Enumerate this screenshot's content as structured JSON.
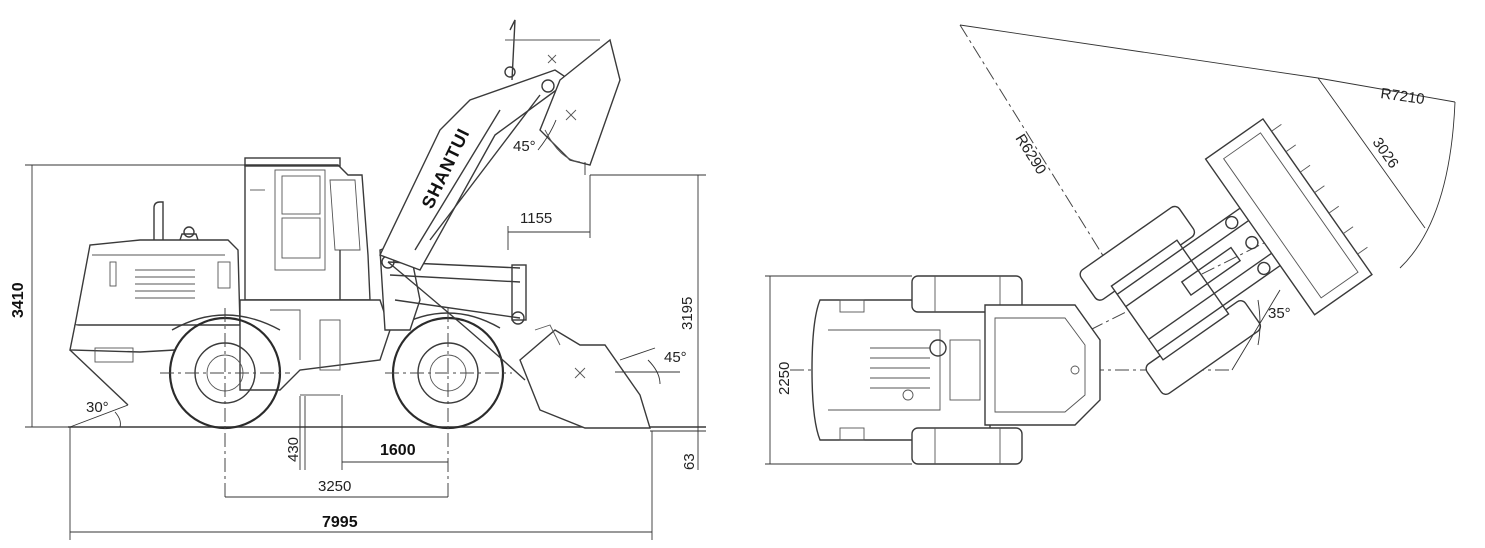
{
  "side_view": {
    "brand": "SHANTUI",
    "dims": {
      "height": "3410",
      "bucket_dump_height": "3195",
      "dump_reach": "1155",
      "ground_clearance": "430",
      "axle_to_bucket": "1600",
      "wheelbase": "3250",
      "overall_length": "7995",
      "digging_depth": "63"
    },
    "angles": {
      "dump_angle": "45°",
      "rollback_angle": "45°",
      "departure_angle": "30°"
    }
  },
  "top_view": {
    "dims": {
      "bucket_radius": "R7210",
      "outer_radius": "R6290",
      "bucket_width": "3026",
      "track_width": "2250"
    },
    "angles": {
      "articulation_angle": "35°"
    }
  }
}
